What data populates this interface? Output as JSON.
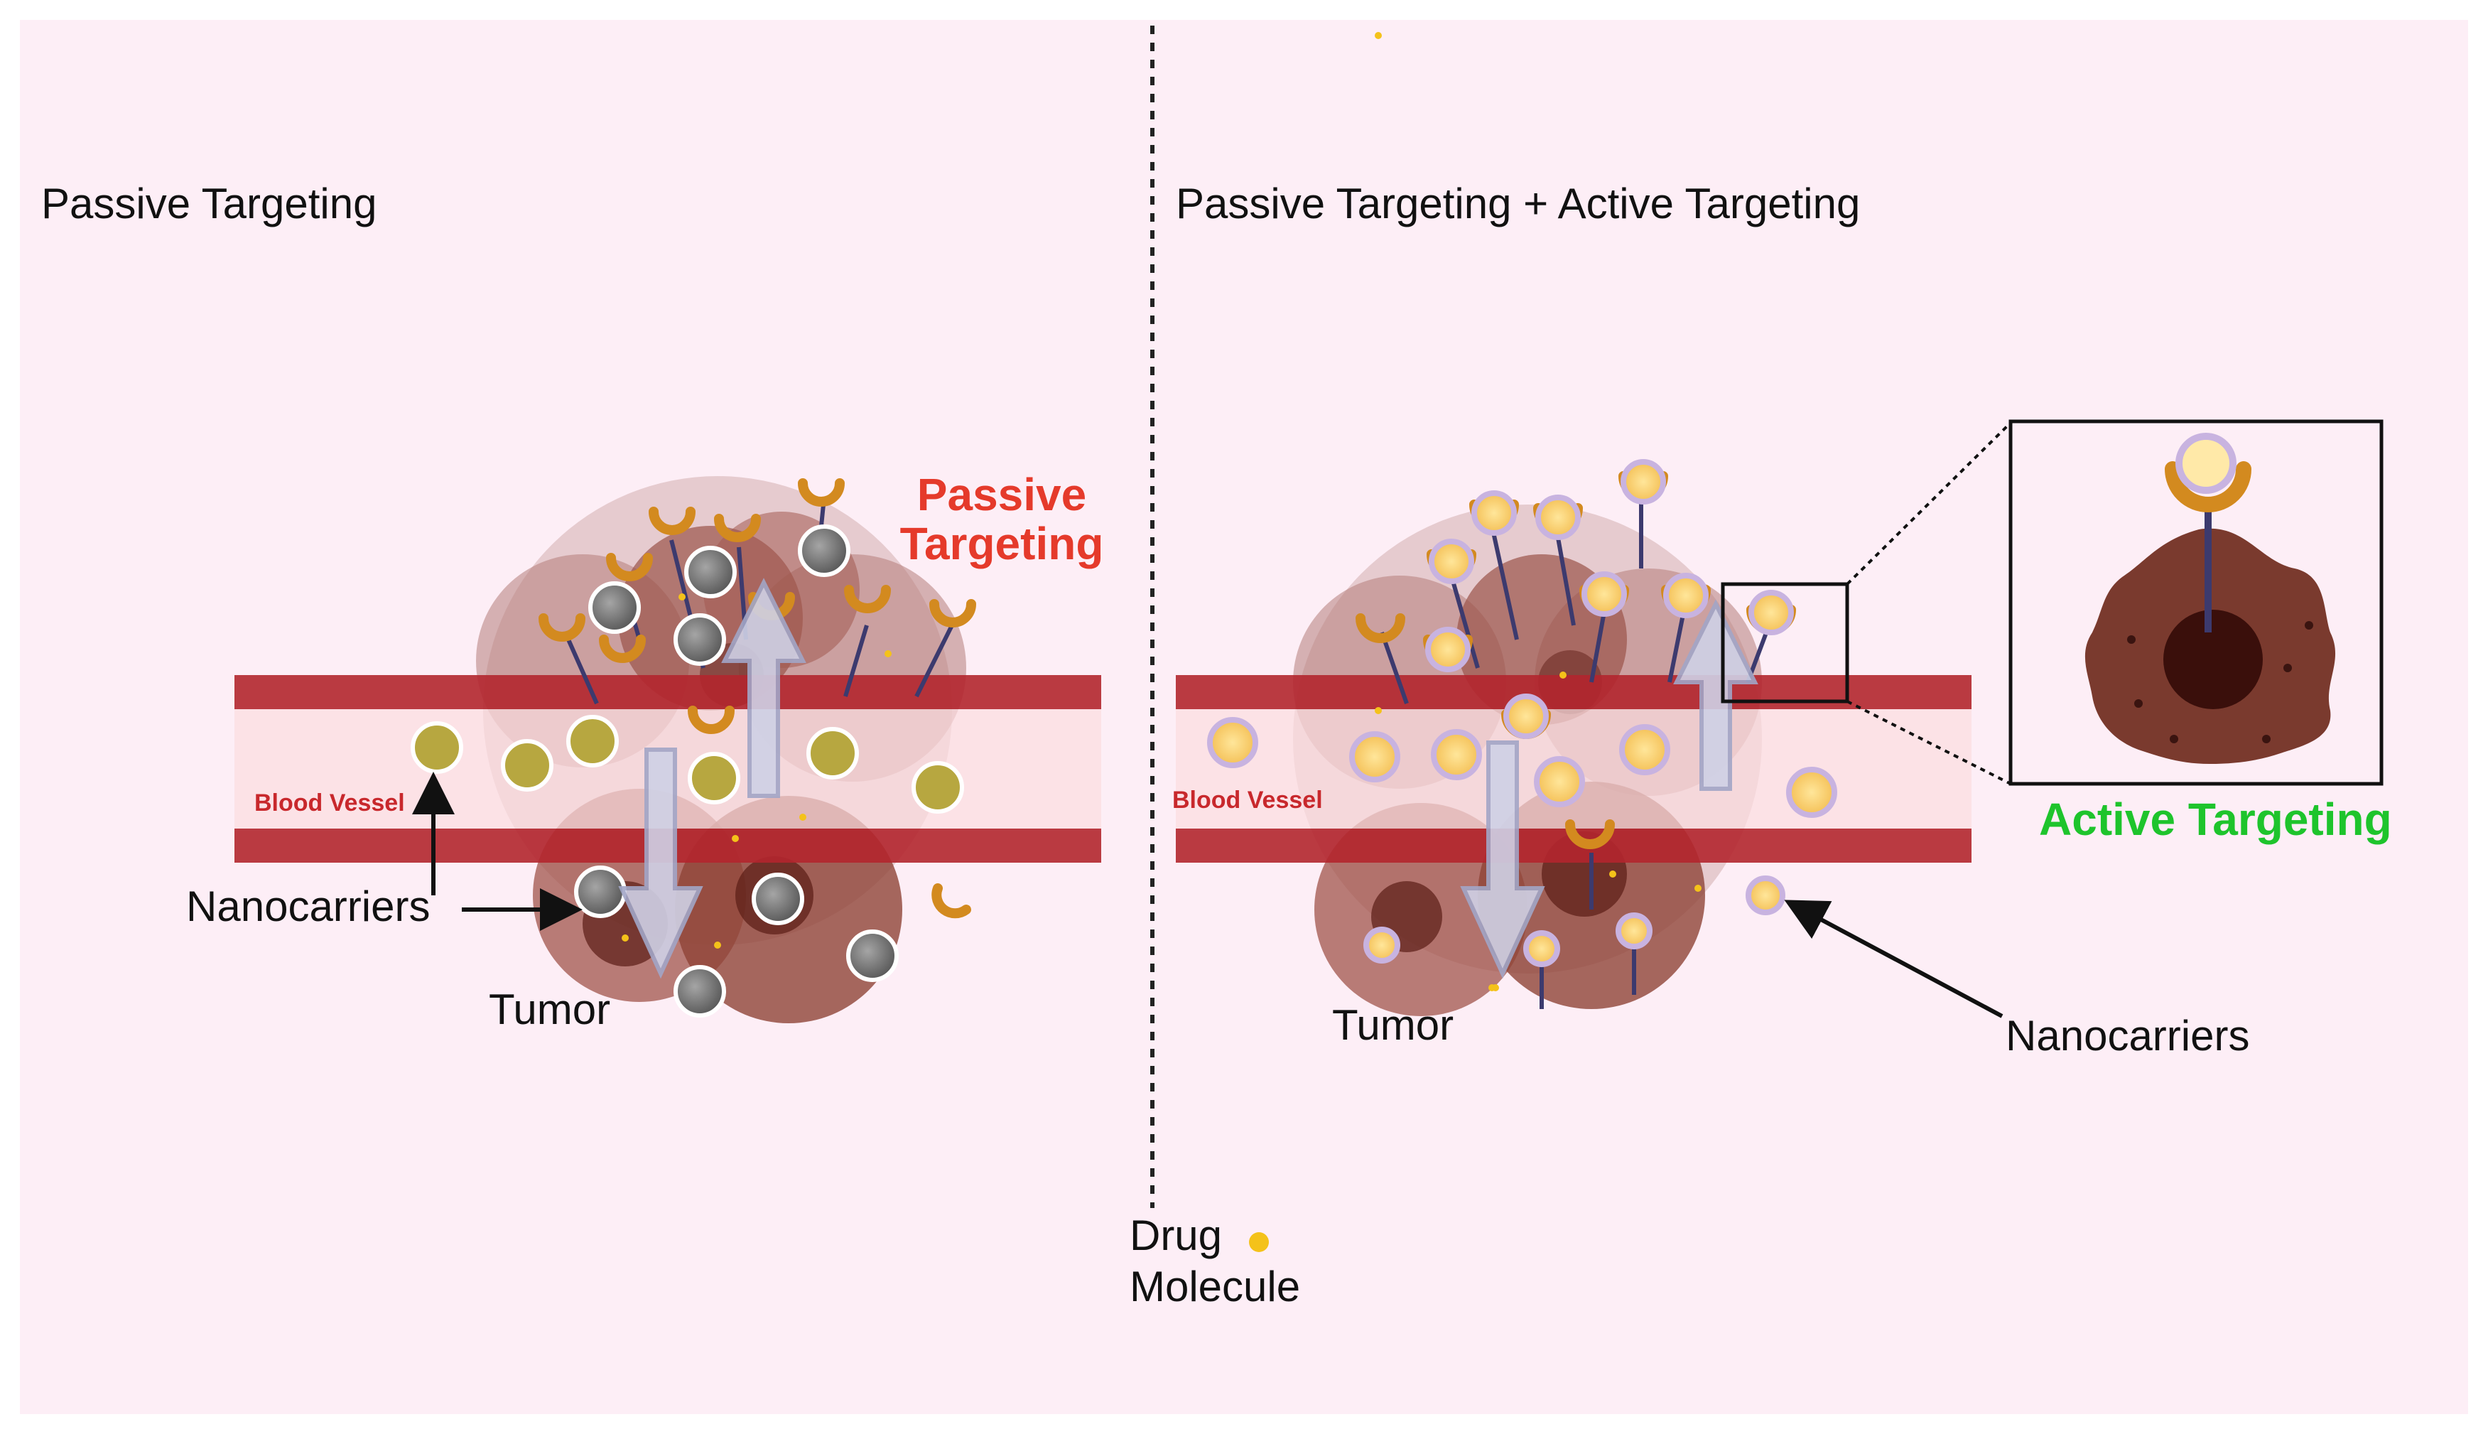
{
  "left_panel": {
    "heading": "Passive Targeting",
    "passive_label_line1": "Passive",
    "passive_label_line2": "Targeting",
    "blood_vessel": "Blood Vessel",
    "nanocarriers": "Nanocarriers",
    "tumor": "Tumor"
  },
  "right_panel": {
    "heading": "Passive Targeting + Active Targeting",
    "blood_vessel": "Blood Vessel",
    "active_label": "Active Targeting",
    "nanocarriers": "Nanocarriers",
    "tumor": "Tumor"
  },
  "legend": {
    "line1": "Drug",
    "line2": "Molecule"
  },
  "colors": {
    "background": "#fdeef6",
    "vessel": "#b3262e",
    "tumor": "#7a3a2e",
    "receptor": "#d38a1f",
    "drug": "#f4c21a",
    "passive_text": "#e53a2b",
    "active_text": "#1ec42c"
  }
}
